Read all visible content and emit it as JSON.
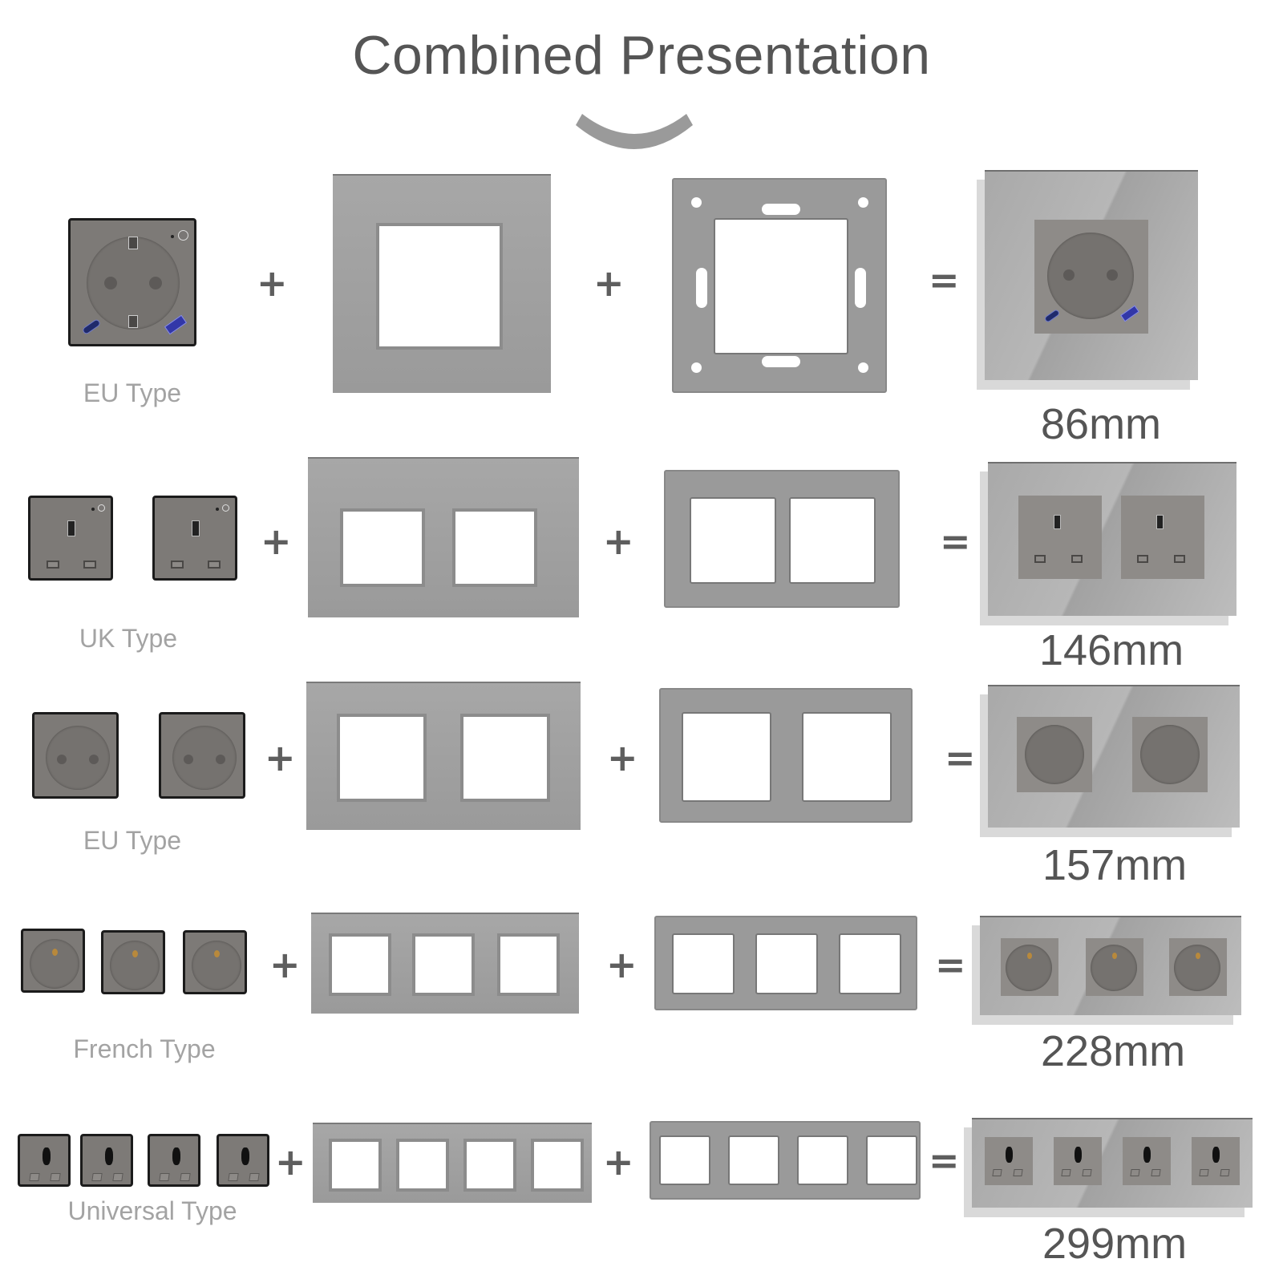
{
  "header": {
    "title": "Combined Presentation",
    "decoration": "arc-chevron-icon"
  },
  "operators": {
    "plus": "+",
    "equals": "="
  },
  "colors": {
    "text_title": "#555555",
    "text_label": "#a3a3a3",
    "glass_panel": "#a0a0a0",
    "module_body": "#7d7a77",
    "usb_blue": "#3237a8",
    "french_pin_brass": "#b8893c"
  },
  "rows": [
    {
      "type_label": "EU Type",
      "socket_type": "eu-schuko-usb",
      "gang_count": 1,
      "size": "86mm"
    },
    {
      "type_label": "UK Type",
      "socket_type": "uk-bs1363",
      "gang_count": 2,
      "size": "146mm"
    },
    {
      "type_label": "EU Type",
      "socket_type": "eu-schuko",
      "gang_count": 2,
      "size": "157mm"
    },
    {
      "type_label": "French Type",
      "socket_type": "french-type-e",
      "gang_count": 3,
      "size": "228mm"
    },
    {
      "type_label": "Universal Type",
      "socket_type": "universal",
      "gang_count": 4,
      "size": "299mm"
    }
  ]
}
